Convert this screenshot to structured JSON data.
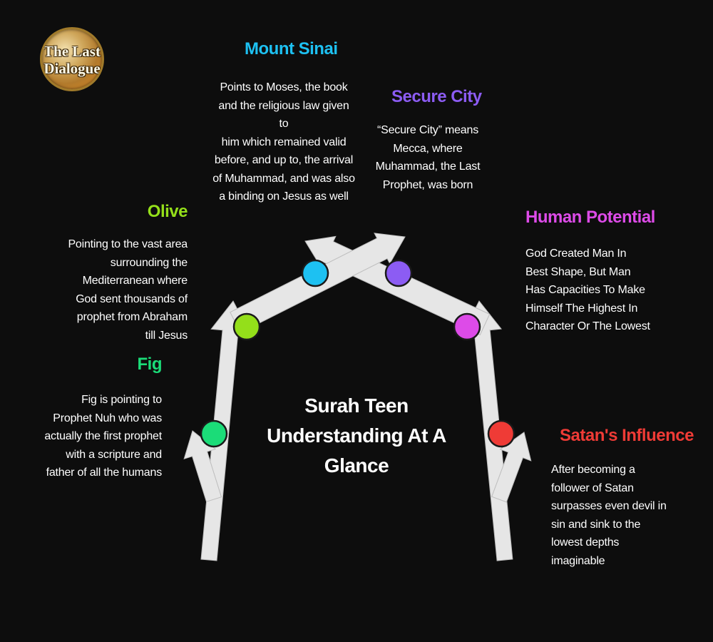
{
  "title": {
    "line1": "Surah Teen",
    "line2": "Understanding At A",
    "line3": "Glance"
  },
  "logo": {
    "line1": "The Last",
    "line2": "Dialogue"
  },
  "nodes": {
    "mount_sinai": {
      "label": "Mount Sinai",
      "color": "#1dc1f2",
      "lines": [
        "Points to Moses, the book",
        "and the religious law given to",
        "him which remained valid",
        "before, and up to, the arrival",
        "of Muhammad, and was also",
        "a binding on Jesus as well"
      ]
    },
    "secure_city": {
      "label": "Secure City",
      "color": "#8c5cf3",
      "lines": [
        "“Secure City” means",
        "Mecca, where",
        "Muhammad, the Last",
        "Prophet, was born"
      ]
    },
    "olive": {
      "label": "Olive",
      "color": "#94df1a",
      "lines": [
        "Pointing to the vast area",
        "surrounding the",
        "Mediterranean where",
        "God sent thousands of",
        "prophet from Abraham",
        "till Jesus"
      ]
    },
    "human_potential": {
      "label": "Human Potential",
      "color": "#dd4be8",
      "lines": [
        "God Created Man In",
        "Best Shape, But Man",
        "Has Capacities To Make",
        "Himself The Highest In",
        "Character Or The Lowest"
      ]
    },
    "fig": {
      "label": "Fig",
      "color": "#1bdc78",
      "lines": [
        "Fig is pointing to",
        "Prophet Nuh  who was",
        "actually the first prophet",
        "with a scripture and",
        "father of all the humans"
      ]
    },
    "satans_influence": {
      "label": "Satan's Influence",
      "color": "#ef3b36",
      "lines": [
        "After becoming a",
        "follower of Satan",
        "surpasses even devil in",
        "sin and sink to the",
        "lowest depths",
        "imaginable"
      ]
    }
  }
}
